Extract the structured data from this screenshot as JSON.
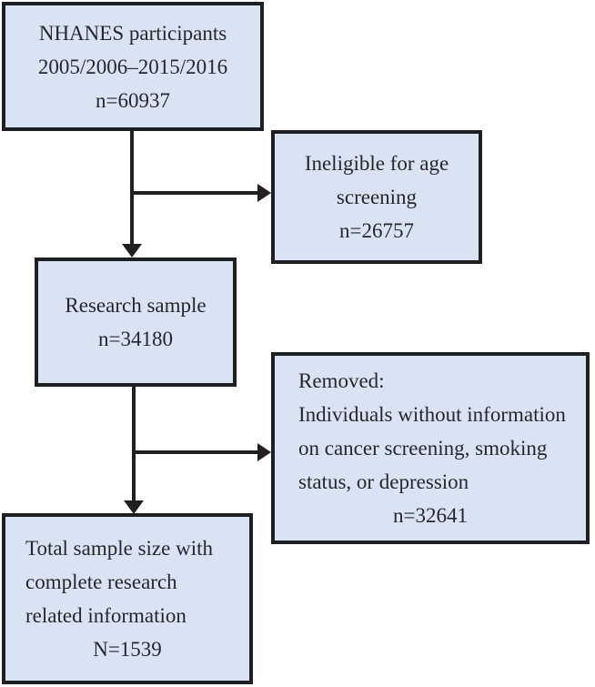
{
  "boxes": {
    "nhanes": {
      "lines": [
        "NHANES participants",
        "2005/2006–2015/2016",
        "n=60937"
      ]
    },
    "ineligible": {
      "lines": [
        "Ineligible for age",
        "screening",
        "n=26757"
      ]
    },
    "research": {
      "lines": [
        "Research sample",
        "n=34180"
      ]
    },
    "removed": {
      "lines": [
        "Removed:",
        "Individuals without information",
        "on cancer screening, smoking",
        "status, or depression",
        "n=32641"
      ]
    },
    "total": {
      "lines": [
        "Total sample size with",
        "complete research",
        "related information",
        "N=1539"
      ]
    }
  },
  "colors": {
    "background": "#ffffff",
    "box_fill": "#dae3f3",
    "box_border": "#1d1f23",
    "arrow": "#221f20",
    "text": "#26272c"
  }
}
